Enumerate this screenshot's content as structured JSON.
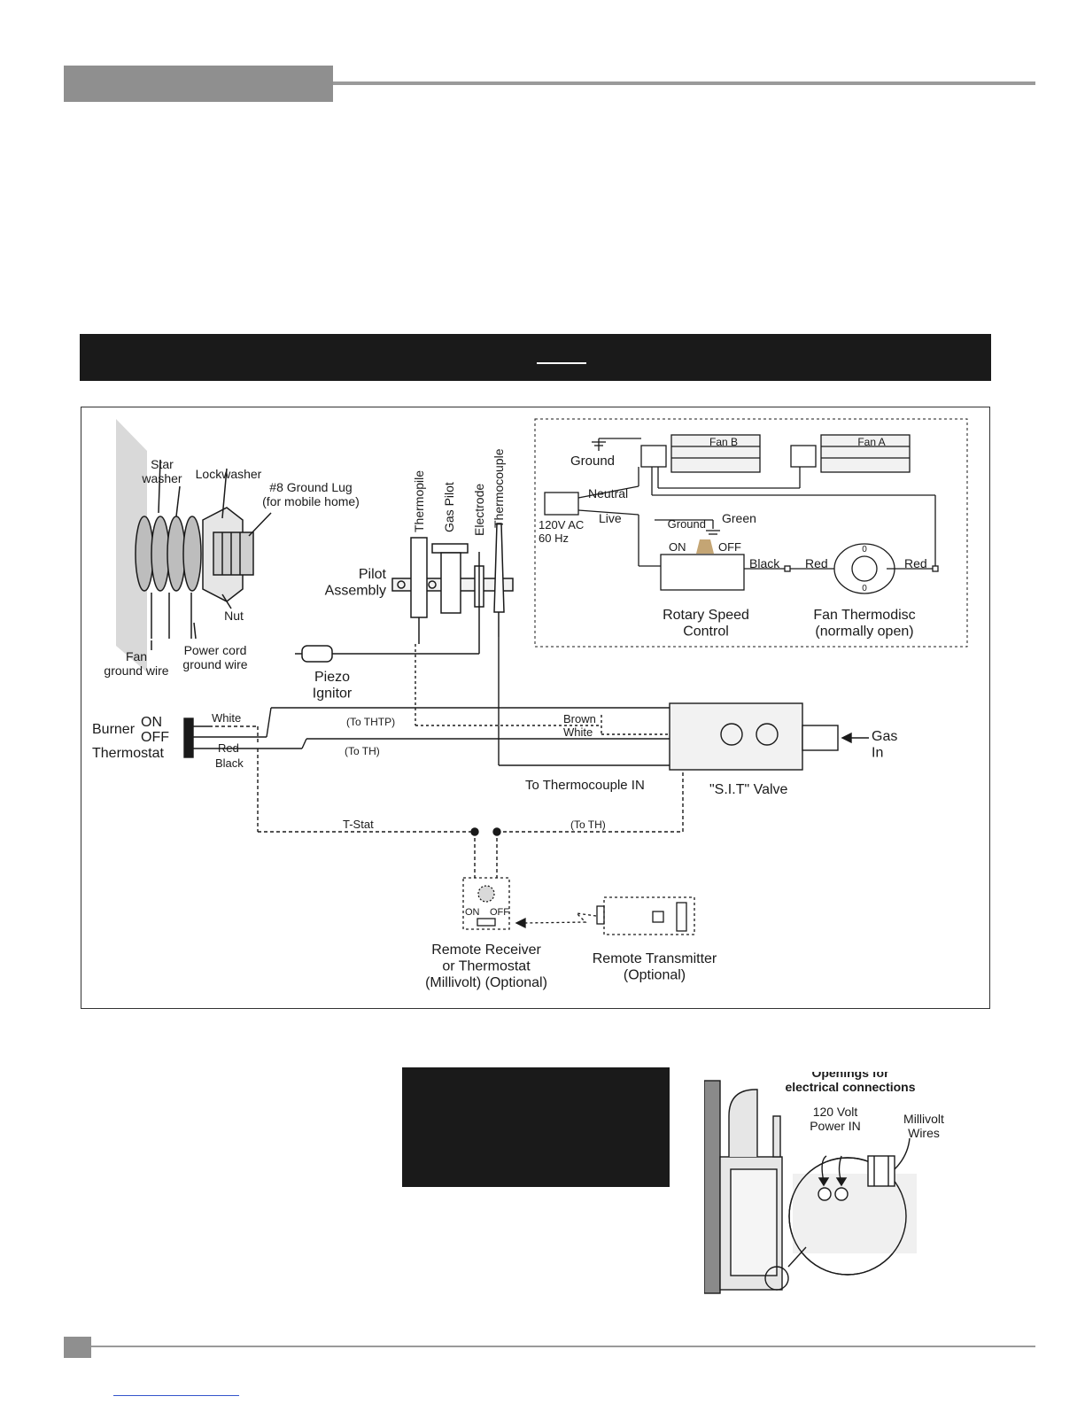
{
  "diagram": {
    "ground_lug": {
      "star_washer": "Star\nwasher",
      "lockwasher": "Lockwasher",
      "ground_lug": "#8 Ground Lug\n(for mobile home)",
      "nut": "Nut",
      "fan_ground": "Fan\nground wire",
      "power_ground": "Power cord\nground wire"
    },
    "pilot": {
      "thermopile": "Thermopile",
      "gas_pilot": "Gas Pilot",
      "electrode": "Electrode",
      "thermocouple": "Thermocouple",
      "pilot_assembly": "Pilot\nAssembly",
      "piezo": "Piezo\nIgnitor"
    },
    "fan_circuit": {
      "ground_top": "Ground",
      "fan_b": "Fan B",
      "fan_a": "Fan A",
      "neutral": "Neutral",
      "live": "Live",
      "supply": "120V AC\n60 Hz",
      "ground_mid": "Ground",
      "green": "Green",
      "on": "ON",
      "off": "OFF",
      "black": "Black",
      "red1": "Red",
      "red2": "Red",
      "rotary": "Rotary Speed\nControl",
      "thermodisc": "Fan Thermodisc\n(normally open)",
      "disc_zero": "0"
    },
    "valve": {
      "burner": "Burner",
      "switch_on": "ON",
      "switch_off": "OFF",
      "thermostat": "Thermostat",
      "white": "White",
      "red": "Red",
      "black": "Black",
      "to_thtp": "(To THTP)",
      "to_th": "(To TH)",
      "brown": "Brown",
      "white2": "White",
      "gas_in": "Gas\nIn",
      "to_thermocouple": "To Thermocouple IN",
      "sit_valve": "\"S.I.T\" Valve"
    },
    "remote": {
      "tstat": "T-Stat",
      "to_th": "(To TH)",
      "on": "ON",
      "off": "OFF",
      "receiver": "Remote Receiver\nor Thermostat\n(Millivolt) (Optional)",
      "transmitter": "Remote Transmitter\n(Optional)"
    }
  },
  "inset": {
    "openings": "Openings for\nelectrical connections",
    "power_in": "120 Volt\nPower IN",
    "millivolt": "Millivolt\nWires"
  },
  "colors": {
    "tab_gray": "#8f8f8f",
    "banner": "#1a1a1a",
    "line": "#1a1a1a"
  }
}
